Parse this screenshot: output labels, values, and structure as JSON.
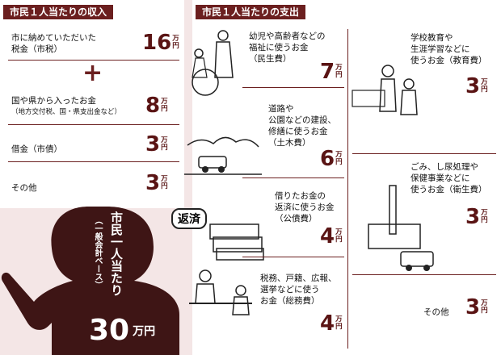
{
  "income": {
    "header": "市民１人当たりの収入",
    "items": [
      {
        "label": [
          "市に納めていただいた",
          "税金（市税）"
        ],
        "amount": "16"
      },
      {
        "label": [
          "国や県から入ったお金"
        ],
        "note": "（地方交付税、国・県支出金など）",
        "amount": "8"
      },
      {
        "label": [
          "借金（市債）"
        ],
        "amount": "3"
      },
      {
        "label": [
          "その他"
        ],
        "amount": "3"
      }
    ],
    "plus": "+"
  },
  "total": {
    "label_1": "市民一人当たり",
    "label_2": "（一般会計ベース）",
    "amount": "30",
    "unit": "万円"
  },
  "expense": {
    "header": "市民１人当たりの支出",
    "items": [
      {
        "label": [
          "幼児や高齢者などの",
          "福祉に使うお金",
          "（民生費）"
        ],
        "amount": "7"
      },
      {
        "label": [
          "学校教育や",
          "生涯学習などに",
          "使うお金（教育費）"
        ],
        "amount": "3"
      },
      {
        "label": [
          "道路や",
          "公園などの建設、",
          "修繕に使うお金",
          "（土木費）"
        ],
        "amount": "6"
      },
      {
        "label": [
          "ごみ、し尿処理や",
          "保健事業などに",
          "使うお金（衛生費）"
        ],
        "amount": "3"
      },
      {
        "label": [
          "借りたお金の",
          "返済に使うお金",
          "（公債費）"
        ],
        "amount": "4"
      },
      {
        "label": [
          "税務、戸籍、広報、",
          "選挙などに使う",
          "お金（総務費）"
        ],
        "amount": "4"
      },
      {
        "label": [
          "その他"
        ],
        "amount": "3"
      }
    ],
    "repay_tag": "返済"
  },
  "unit": {
    "top": "万",
    "bottom": "円"
  }
}
